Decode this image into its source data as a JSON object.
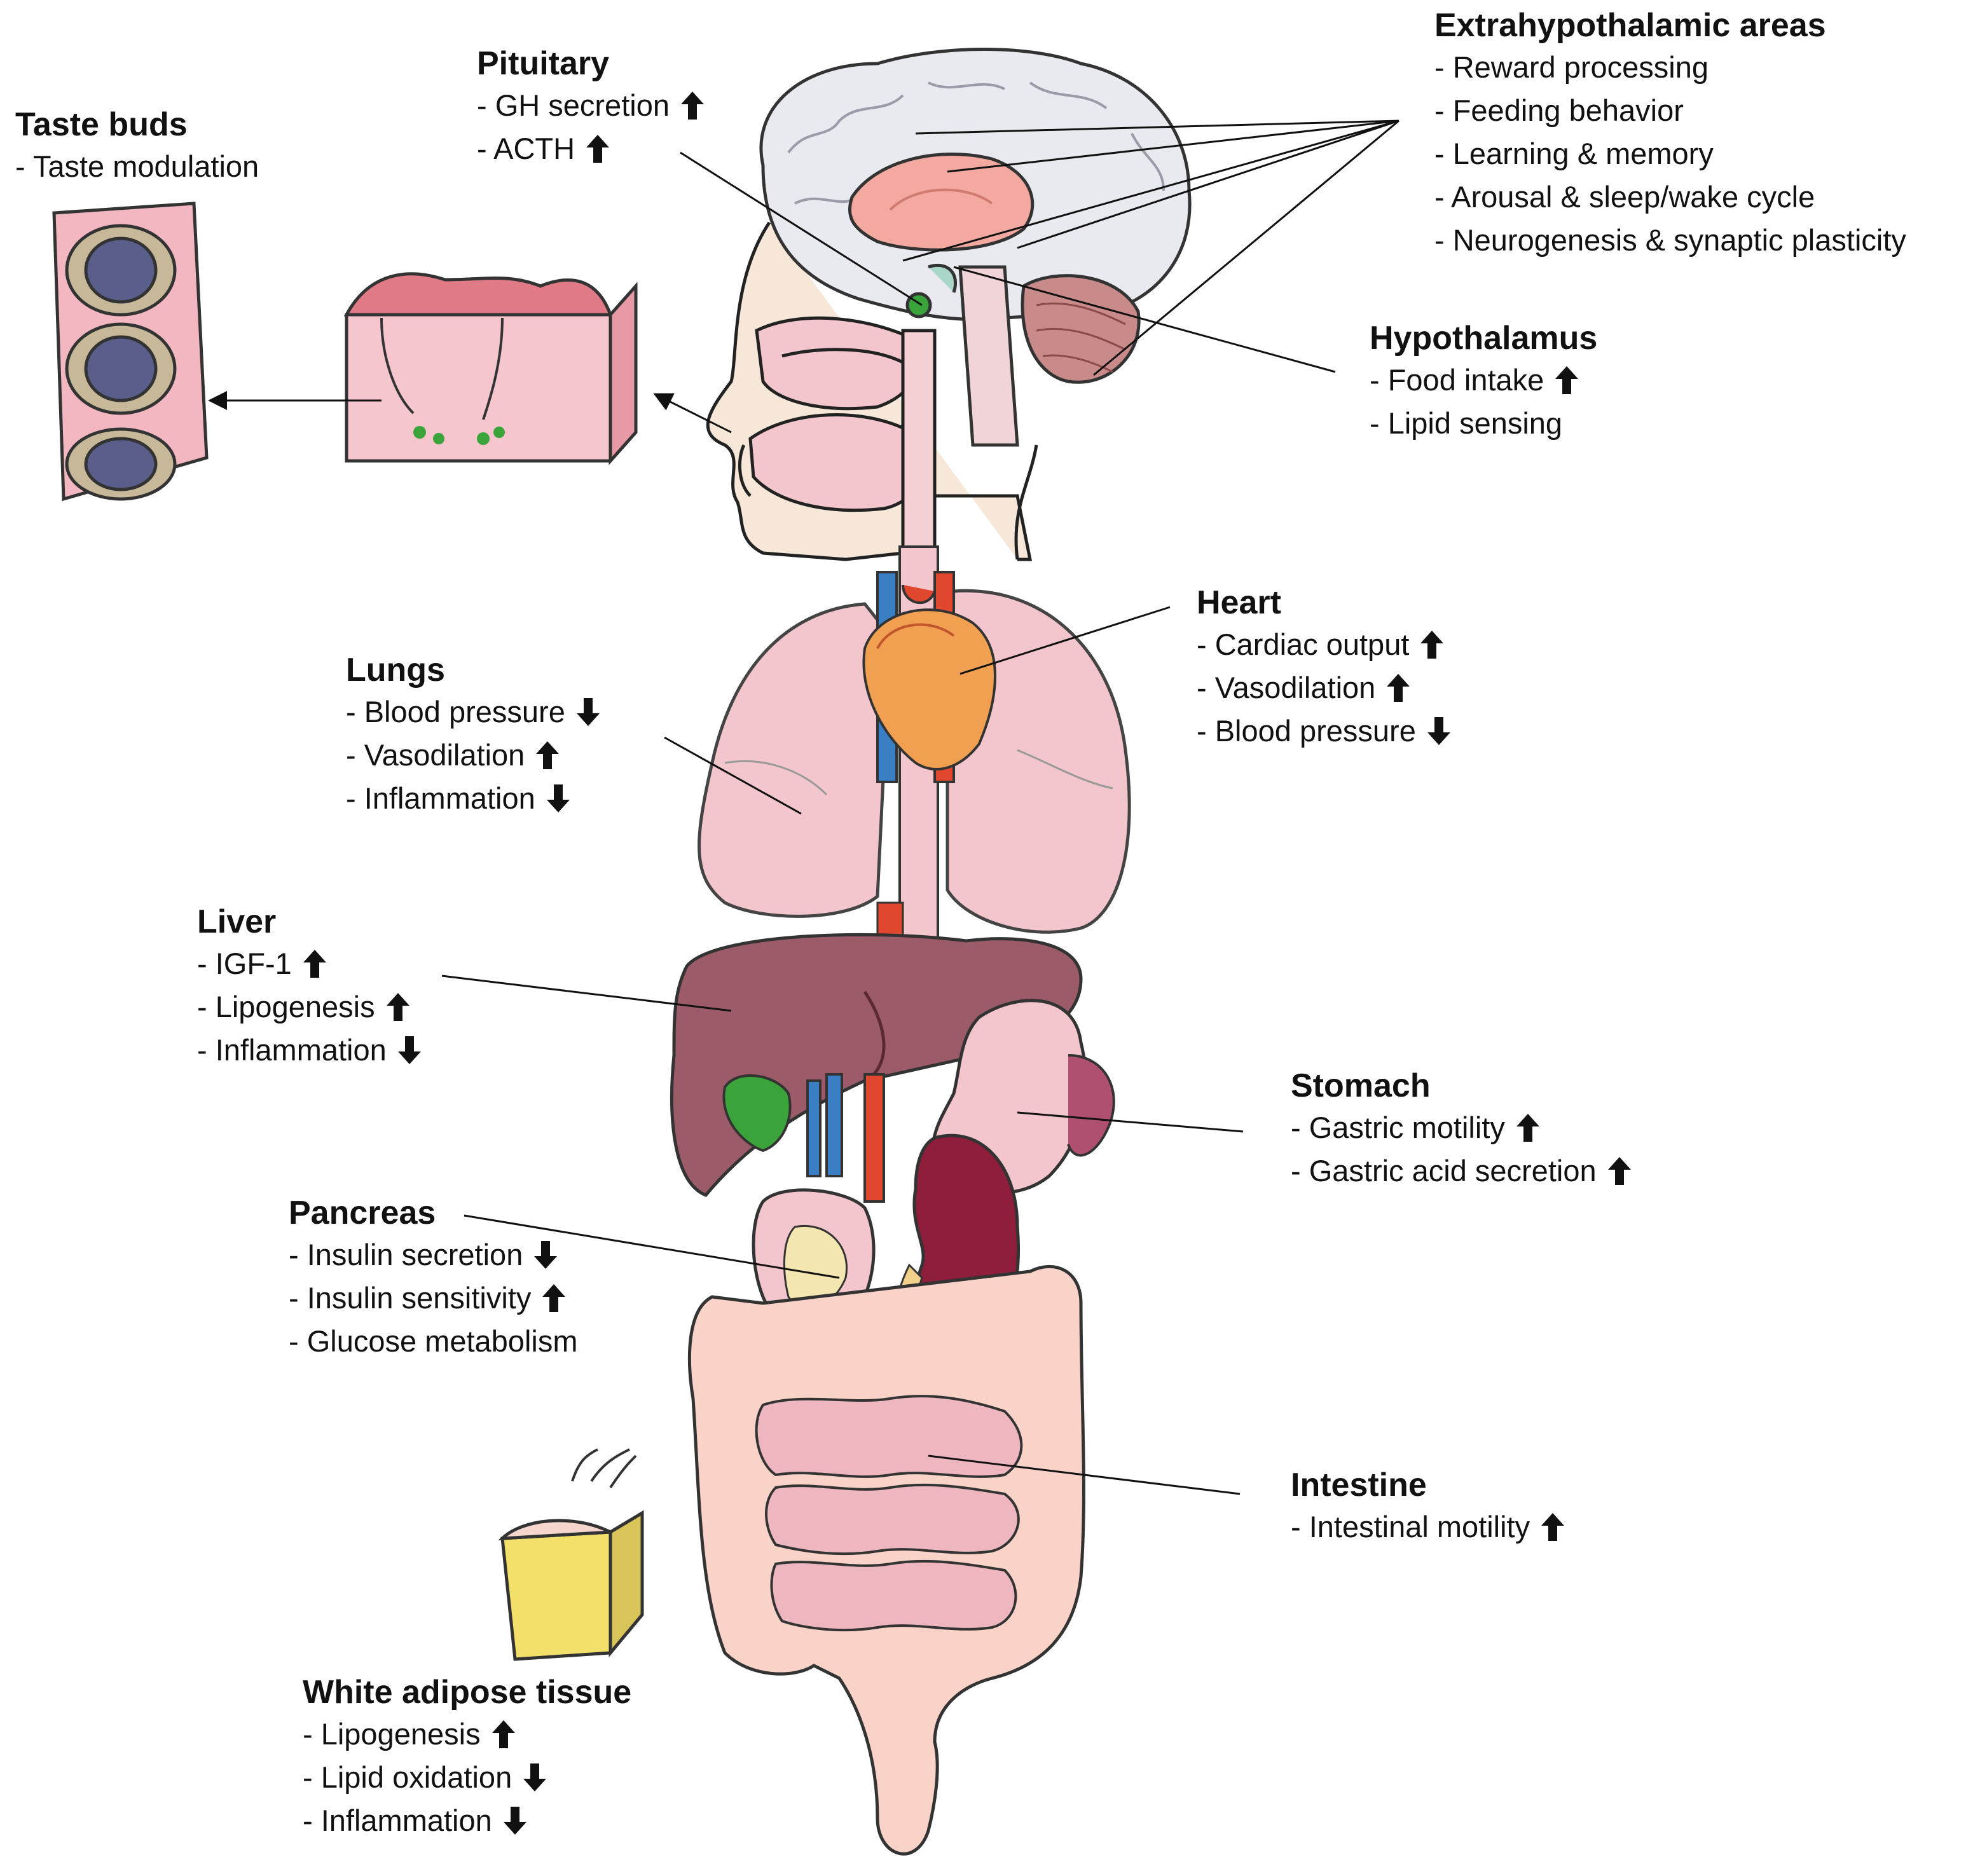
{
  "colors": {
    "tissue_pink": "#f2c6cc",
    "liver": "#9b5b68",
    "kidney": "#8e1e3c",
    "gallbladder": "#3aa33a",
    "artery": "#e0472e",
    "vein": "#3a7fc4",
    "heart": "#f0a050",
    "fat": "#f2e06a",
    "brain": "#e7e7ef",
    "pancreas": "#f3e6b0"
  },
  "labels": [
    {
      "id": "taste-buds",
      "title": "Taste buds",
      "items": [
        {
          "text": "- Taste modulation",
          "arrow": null
        }
      ]
    },
    {
      "id": "pituitary",
      "title": "Pituitary",
      "items": [
        {
          "text": "- GH secretion",
          "arrow": "up"
        },
        {
          "text": "- ACTH",
          "arrow": "up"
        }
      ]
    },
    {
      "id": "extrahypothalamic",
      "title": "Extrahypothalamic areas",
      "items": [
        {
          "text": "- Reward processing",
          "arrow": null
        },
        {
          "text": "- Feeding behavior",
          "arrow": null
        },
        {
          "text": "- Learning & memory",
          "arrow": null
        },
        {
          "text": "- Arousal & sleep/wake cycle",
          "arrow": null
        },
        {
          "text": "- Neurogenesis & synaptic plasticity",
          "arrow": null
        }
      ]
    },
    {
      "id": "hypothalamus",
      "title": "Hypothalamus",
      "items": [
        {
          "text": "- Food intake",
          "arrow": "up"
        },
        {
          "text": "- Lipid sensing",
          "arrow": null
        }
      ]
    },
    {
      "id": "heart",
      "title": "Heart",
      "items": [
        {
          "text": "- Cardiac output",
          "arrow": "up"
        },
        {
          "text": "- Vasodilation",
          "arrow": "up"
        },
        {
          "text": "- Blood pressure",
          "arrow": "down"
        }
      ]
    },
    {
      "id": "lungs",
      "title": "Lungs",
      "items": [
        {
          "text": "- Blood pressure",
          "arrow": "down"
        },
        {
          "text": "- Vasodilation",
          "arrow": "up"
        },
        {
          "text": "- Inflammation",
          "arrow": "down"
        }
      ]
    },
    {
      "id": "liver",
      "title": "Liver",
      "items": [
        {
          "text": "- IGF-1",
          "arrow": "up"
        },
        {
          "text": "- Lipogenesis",
          "arrow": "up"
        },
        {
          "text": "- Inflammation",
          "arrow": "down"
        }
      ]
    },
    {
      "id": "stomach",
      "title": "Stomach",
      "items": [
        {
          "text": "- Gastric motility",
          "arrow": "up"
        },
        {
          "text": "- Gastric acid secretion",
          "arrow": "up"
        }
      ]
    },
    {
      "id": "pancreas",
      "title": "Pancreas",
      "items": [
        {
          "text": "- Insulin secretion",
          "arrow": "down"
        },
        {
          "text": "- Insulin sensitivity",
          "arrow": "up"
        },
        {
          "text": "- Glucose metabolism",
          "arrow": null
        }
      ]
    },
    {
      "id": "intestine",
      "title": "Intestine",
      "items": [
        {
          "text": "- Intestinal motility",
          "arrow": "up"
        }
      ]
    },
    {
      "id": "white-adipose",
      "title": "White adipose tissue",
      "items": [
        {
          "text": "- Lipogenesis",
          "arrow": "up"
        },
        {
          "text": "- Lipid oxidation",
          "arrow": "down"
        },
        {
          "text": "- Inflammation",
          "arrow": "down"
        }
      ]
    }
  ]
}
